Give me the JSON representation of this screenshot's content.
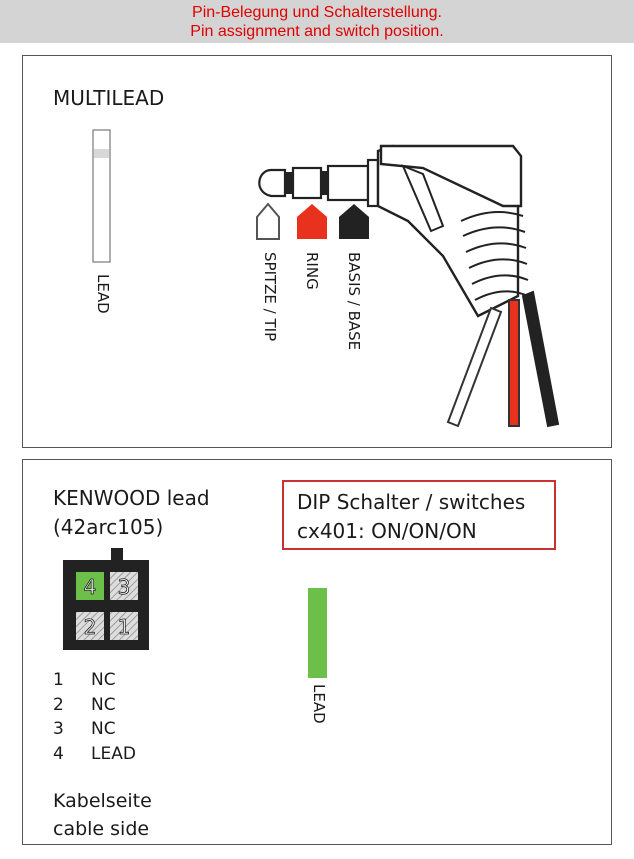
{
  "banner": {
    "line1": "Pin-Belegung und Schalterstellung.",
    "line2": "Pin assignment and switch position."
  },
  "multilead": {
    "title": "MULTILEAD",
    "lead_label": "LEAD",
    "tip_label": "SPITZE / TIP",
    "ring_label": "RING",
    "base_label": "BASIS / BASE"
  },
  "kenwood": {
    "title_line1": "KENWOOD lead",
    "title_line2": "(42arc105)",
    "connector_pins": [
      "4",
      "3",
      "2",
      "1"
    ],
    "pins": [
      {
        "num": "1",
        "desc": "NC"
      },
      {
        "num": "2",
        "desc": "NC"
      },
      {
        "num": "3",
        "desc": "NC"
      },
      {
        "num": "4",
        "desc": "LEAD"
      }
    ],
    "cable_side_de": "Kabelseite",
    "cable_side_en": "cable side",
    "lead_label": "LEAD"
  },
  "dip": {
    "line1": "DIP Schalter / switches",
    "line2": "cx401: ON/ON/ON"
  },
  "colors": {
    "banner_text": "#e00000",
    "ring": "#e8321e",
    "base": "#222222",
    "lead_green": "#6cc04a",
    "dip_border": "#c83232"
  }
}
